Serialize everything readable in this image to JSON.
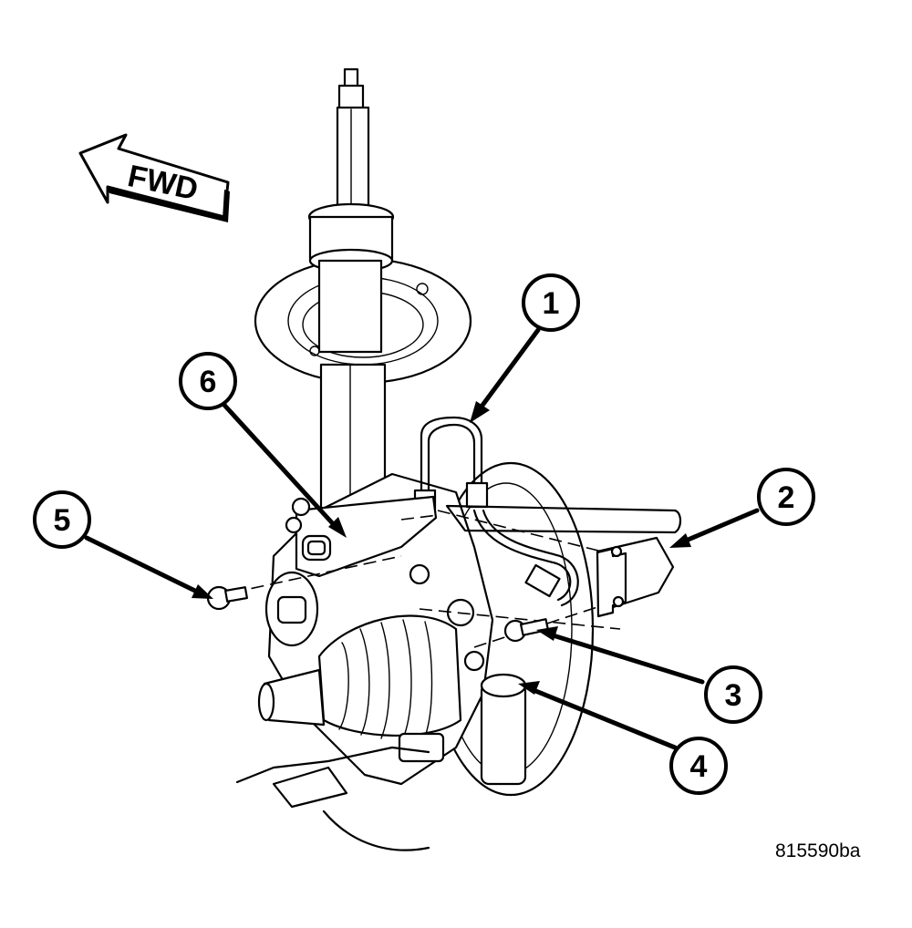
{
  "fwd_label": "FWD",
  "callouts": [
    {
      "id": "callout-1",
      "label": "1"
    },
    {
      "id": "callout-2",
      "label": "2"
    },
    {
      "id": "callout-3",
      "label": "3"
    },
    {
      "id": "callout-4",
      "label": "4"
    },
    {
      "id": "callout-5",
      "label": "5"
    },
    {
      "id": "callout-6",
      "label": "6"
    }
  ],
  "figure_id": "815590ba"
}
